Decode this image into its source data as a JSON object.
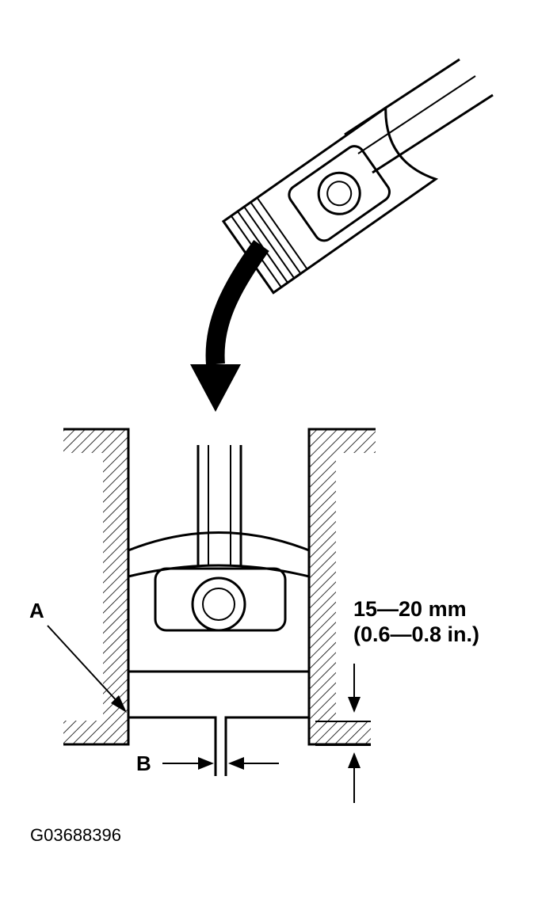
{
  "labels": {
    "a": "A",
    "b": "B",
    "dimension_mm": "15—20 mm",
    "dimension_in": "(0.6—0.8 in.)",
    "figure_code": "G03688396"
  },
  "colors": {
    "ink": "#000000",
    "paper": "#ffffff"
  }
}
